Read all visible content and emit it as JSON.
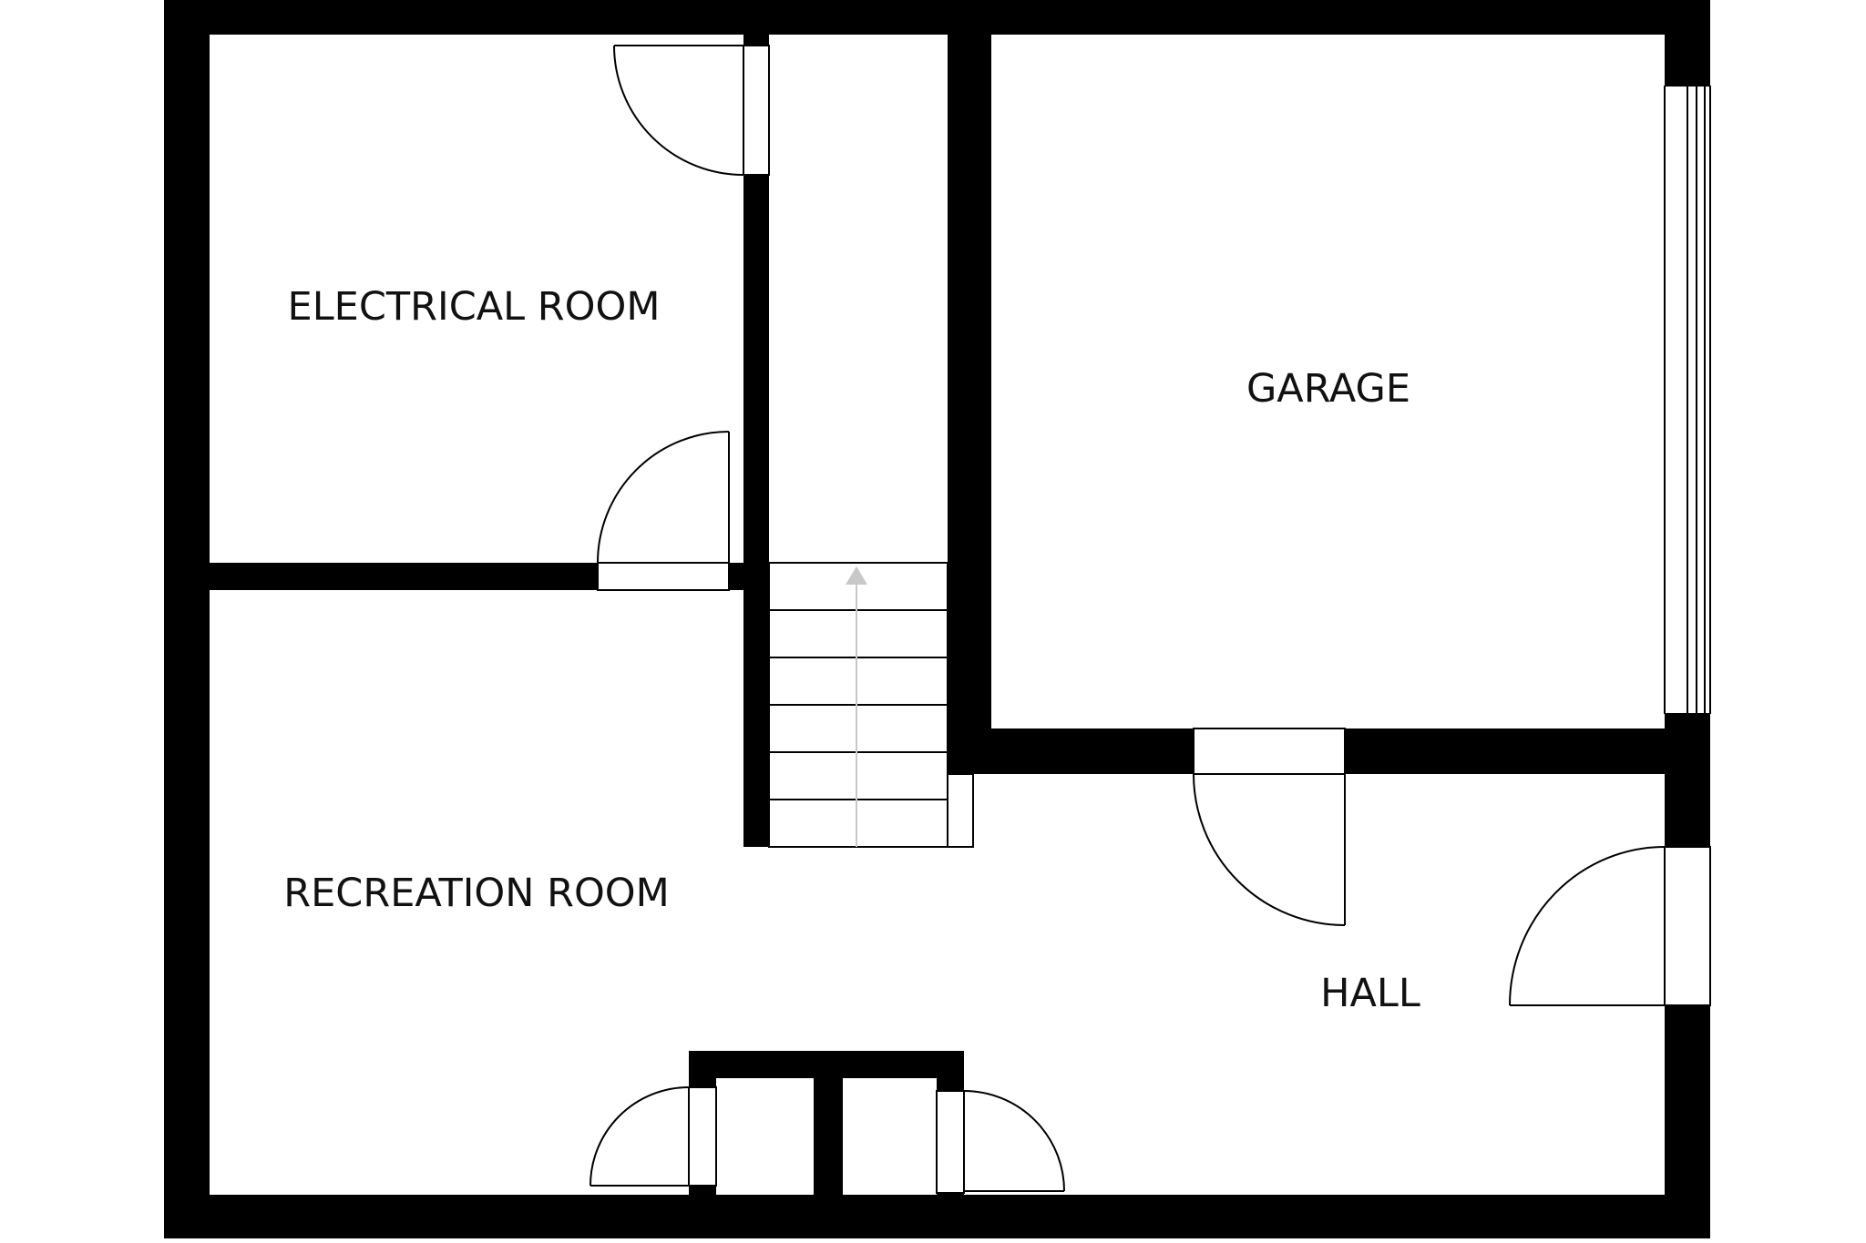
{
  "plan": {
    "rooms": [
      {
        "id": "electrical",
        "label": "ELECTRICAL ROOM"
      },
      {
        "id": "garage",
        "label": "GARAGE"
      },
      {
        "id": "recreation",
        "label": "RECREATION ROOM"
      },
      {
        "id": "hall",
        "label": "HALL"
      }
    ]
  }
}
